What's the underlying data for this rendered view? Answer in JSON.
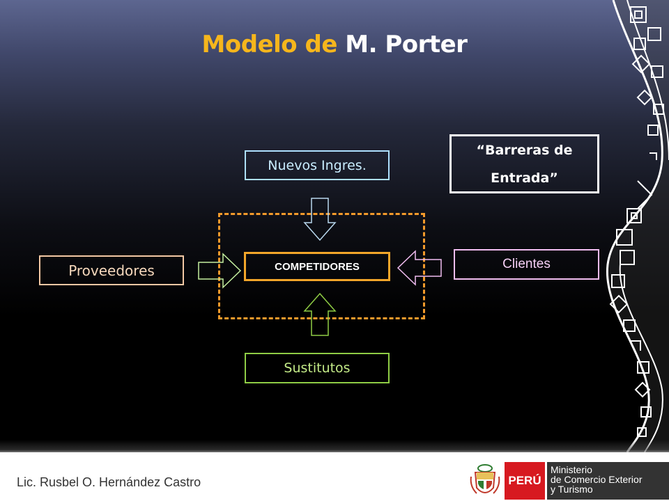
{
  "slide": {
    "title_part1": "Modelo de",
    "title_part2": "M. Porter"
  },
  "diagram": {
    "nuevos_ingresos": "Nuevos Ingres.",
    "barreras_line1": "“Barreras de",
    "barreras_line2": "Entrada”",
    "proveedores": "Proveedores",
    "competidores": "COMPETIDORES",
    "clientes": "Clientes",
    "sustitutos": "Sustitutos"
  },
  "colors": {
    "title_accent": "#f6b61c",
    "dashed_border": "#f39a2b",
    "nuevos": "#aee0ff",
    "proveedores": "#f3c8a4",
    "competidores": "#f2a62a",
    "clientes": "#f1bdf1",
    "sustitutos": "#8fcd45",
    "peru_red": "#d71920",
    "ministry_dark": "#333333"
  },
  "footer": {
    "author": "Lic. Rusbel O. Hernández Castro",
    "peru_label": "PERÚ",
    "ministry_line1": "Ministerio",
    "ministry_line2": "de Comercio Exterior",
    "ministry_line3": "y Turismo",
    "crest_icon": "peru-coat-of-arms-icon"
  }
}
